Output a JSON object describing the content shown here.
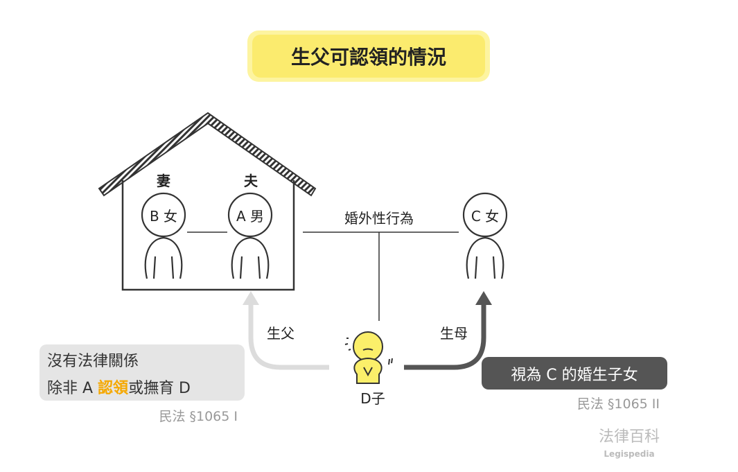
{
  "title": "生父可認領的情況",
  "house_labels": {
    "wife": "妻",
    "husband": "夫"
  },
  "persons": {
    "b": "B 女",
    "a": "A 男",
    "c": "C 女",
    "d": "D子"
  },
  "relation_label": "婚外性行為",
  "arrow_labels": {
    "father": "生父",
    "mother": "生母"
  },
  "left_box": {
    "line1": "沒有法律關係",
    "line2_prefix": "除非 A ",
    "line2_highlight": "認領",
    "line2_suffix": "或撫育 D",
    "citation": "民法 §1065 I"
  },
  "right_box": {
    "text": "視為 C 的婚生子女",
    "citation": "民法 §1065 II"
  },
  "watermark": {
    "zh": "法律百科",
    "en": "Legispedia"
  },
  "colors": {
    "title_bg": "#fbeb6e",
    "highlight": "#f5a800",
    "child": "#fbef6a",
    "dark_box": "#555555",
    "light_box": "#e5e5e5"
  }
}
